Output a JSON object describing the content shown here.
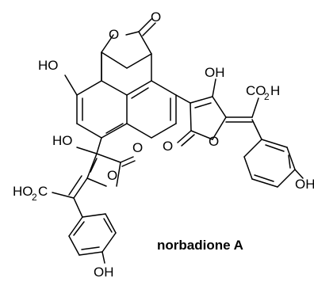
{
  "compound": {
    "name": "norbadione A"
  },
  "atom_labels": {
    "lactone_o": "O",
    "carbonyl_o": "O",
    "ho_naph": "HO",
    "right_oh": "OH",
    "right_co2h_main": "CO",
    "right_co2h_sub": "2",
    "right_co2h_h": "H",
    "left_ho": "HO",
    "left_carbonyl_o": "O",
    "left_ring_o": "O",
    "left_ho2c_main": "HO",
    "left_ho2c_sub": "2",
    "left_ho2c_c": "C",
    "right_carbonyl_o": "O",
    "right_ring_o": "O",
    "bottom_oh": "OH",
    "right_phenol_oh": "OH"
  }
}
